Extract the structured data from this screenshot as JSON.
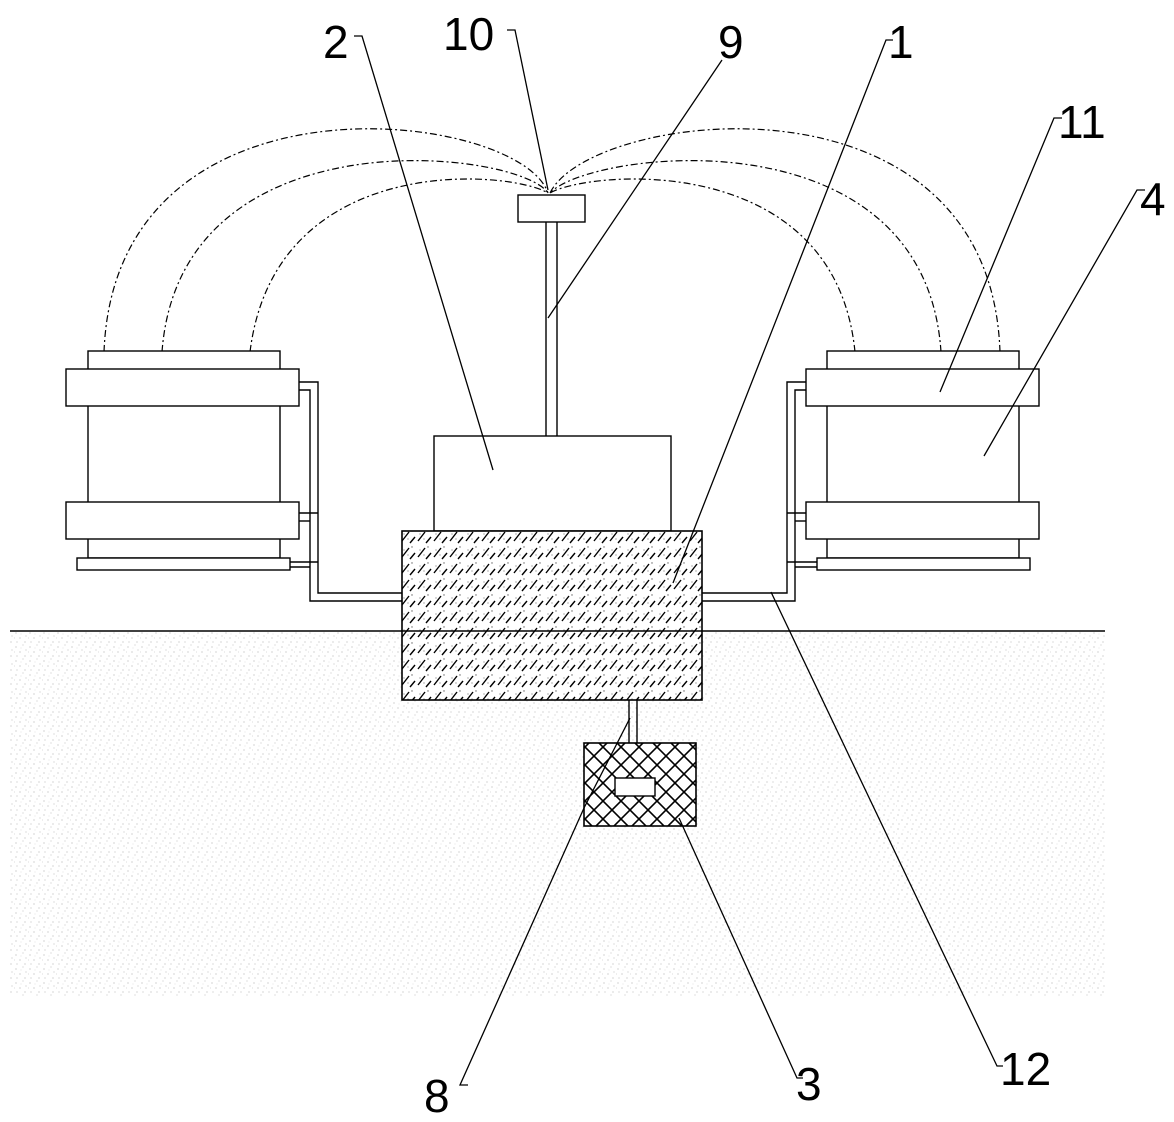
{
  "labels": {
    "l1": "1",
    "l2": "2",
    "l3": "3",
    "l4": "4",
    "l8": "8",
    "l9": "9",
    "l10": "10",
    "l11": "11",
    "l12": "12"
  }
}
